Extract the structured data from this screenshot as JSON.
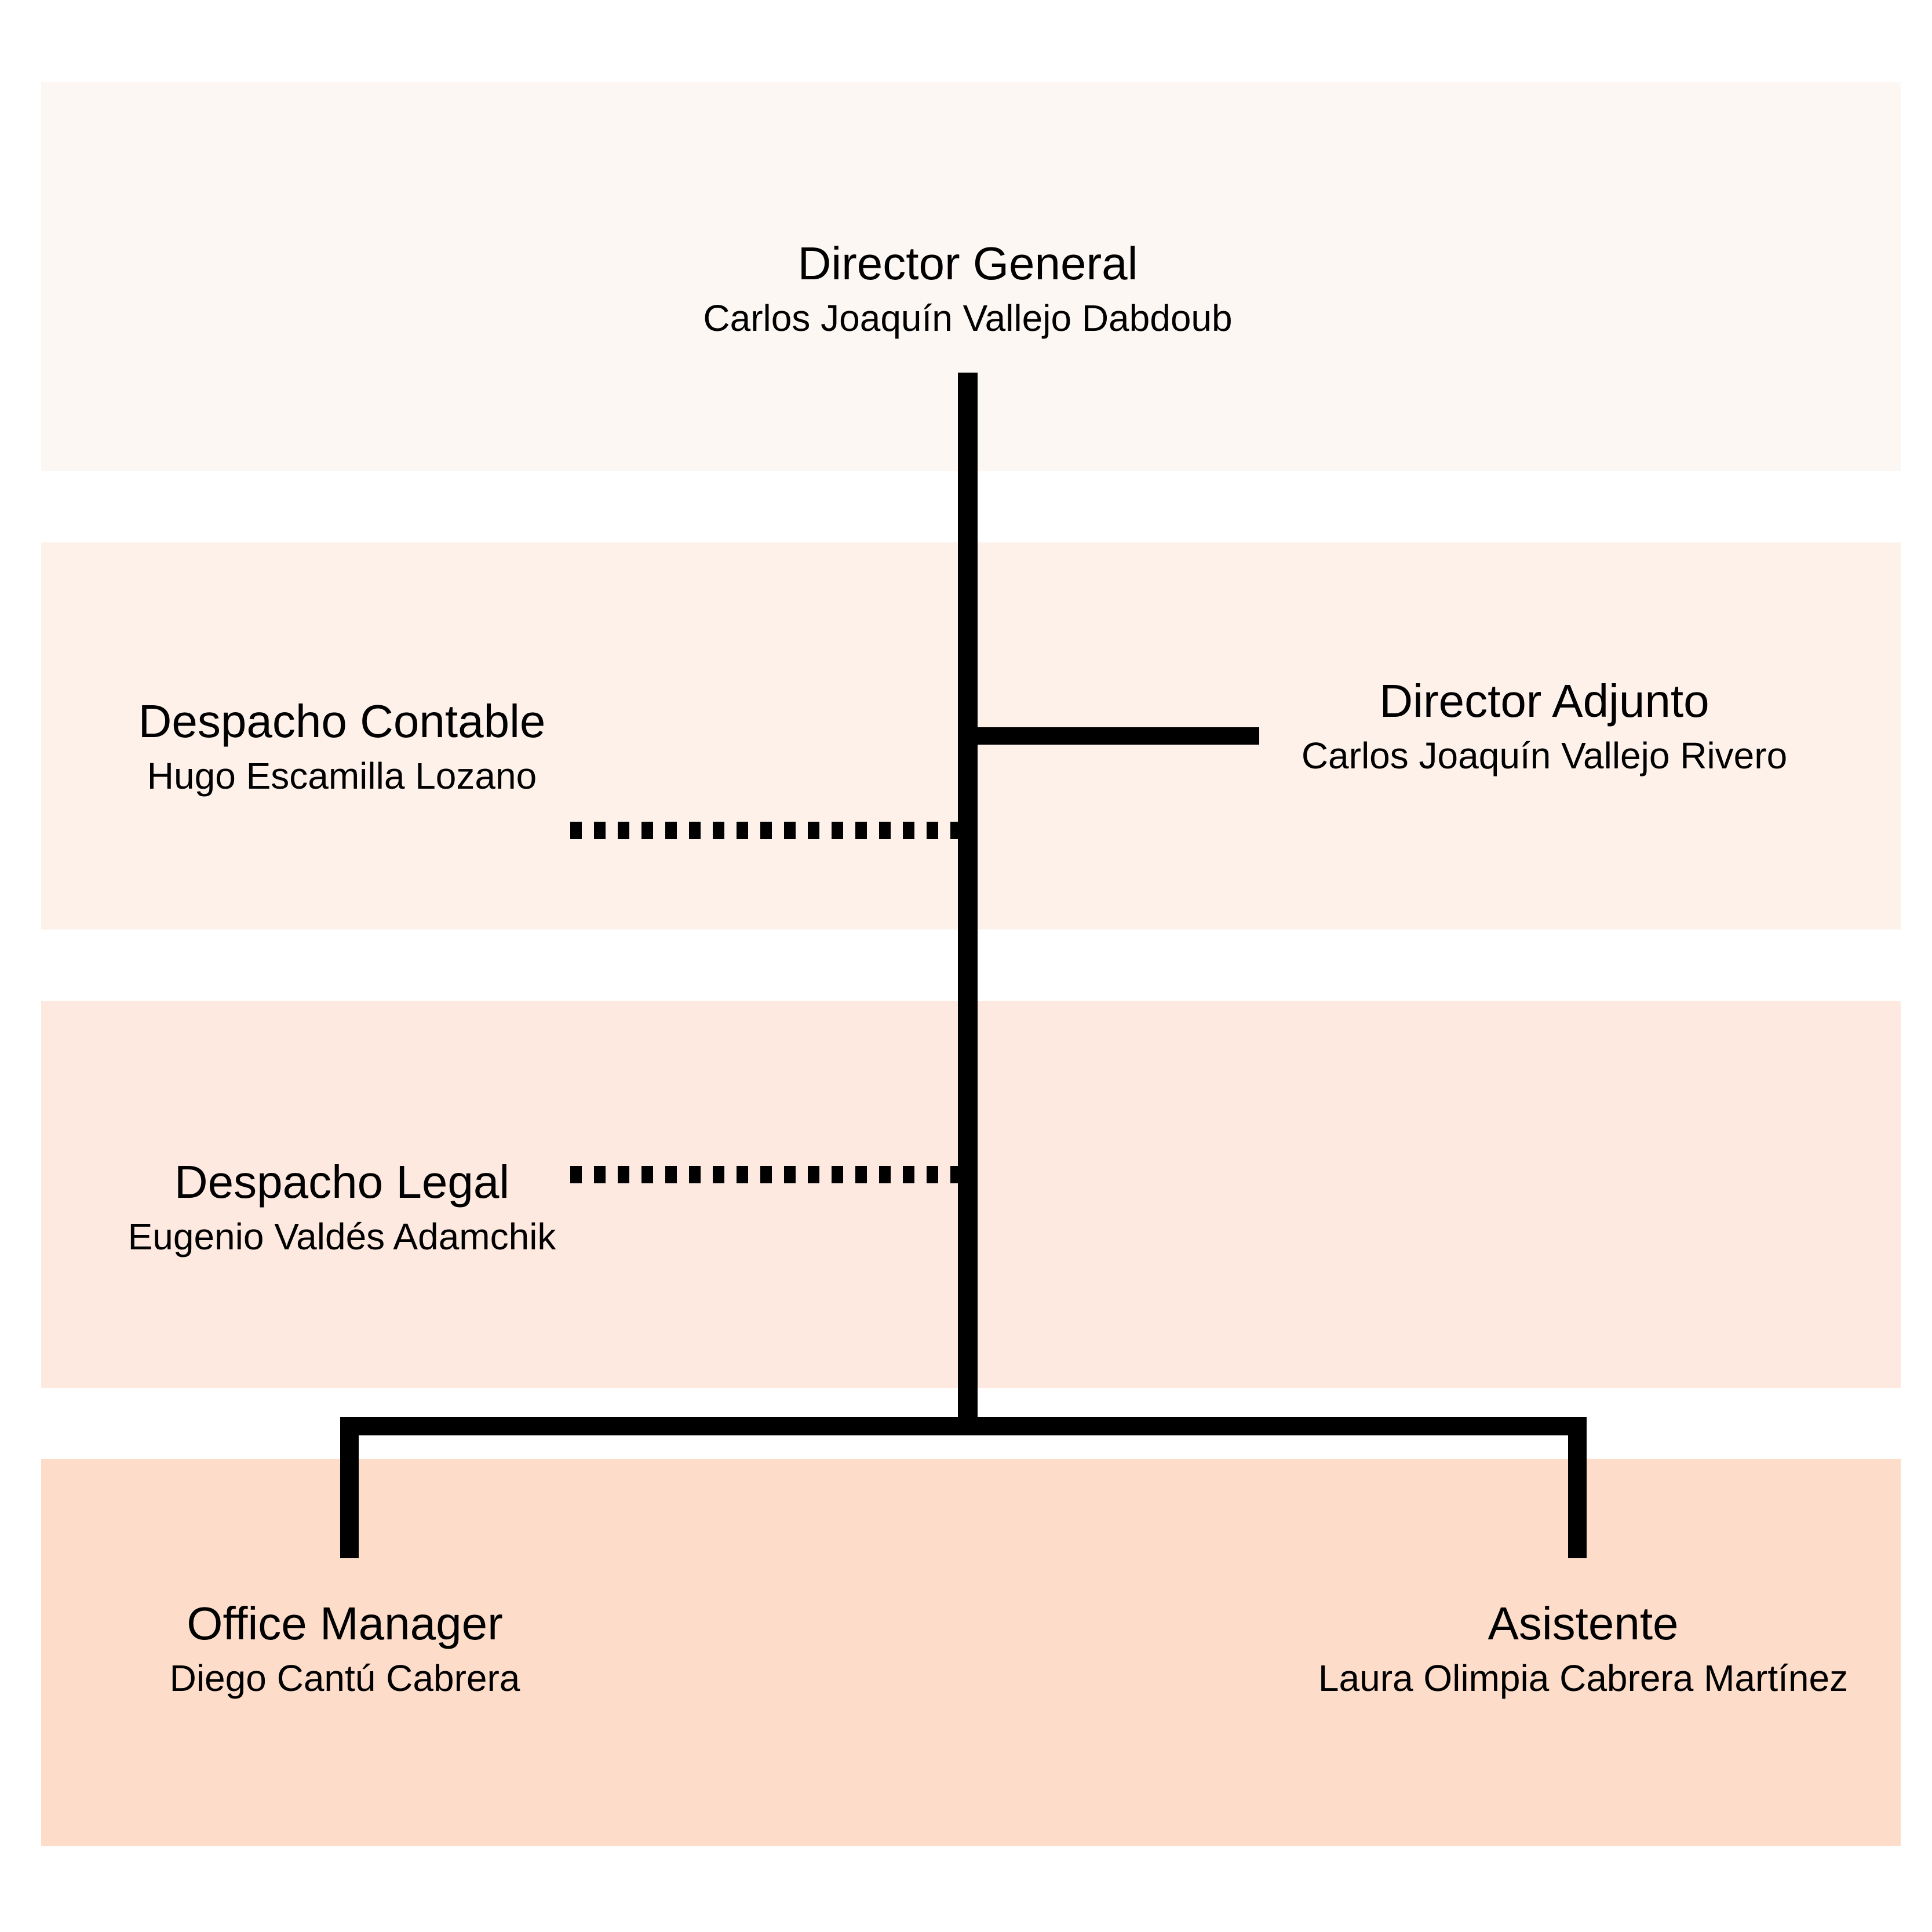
{
  "colors": {
    "band_1": "#fdf7f4",
    "band_2": "#fdf1ea",
    "band_3": "#fde9e0",
    "band_4": "#fddcc9",
    "line": "#000000"
  },
  "nodes": {
    "director_general": {
      "role": "Director General",
      "person": "Carlos Joaquín Vallejo Dabdoub"
    },
    "director_adjunto": {
      "role": "Director Adjunto",
      "person": "Carlos Joaquín Vallejo Rivero"
    },
    "despacho_contable": {
      "role": "Despacho Contable",
      "person": "Hugo Escamilla Lozano"
    },
    "despacho_legal": {
      "role": "Despacho Legal",
      "person": "Eugenio Valdés Adamchik"
    },
    "office_manager": {
      "role": "Office Manager",
      "person": "Diego Cantú Cabrera"
    },
    "asistente": {
      "role": "Asistente",
      "person": "Laura Olimpia Cabrera Martínez"
    }
  },
  "edges": [
    {
      "from": "director_general",
      "to": "director_adjunto",
      "style": "solid"
    },
    {
      "from": "director_general",
      "to": "despacho_contable",
      "style": "dotted"
    },
    {
      "from": "director_general",
      "to": "despacho_legal",
      "style": "dotted"
    },
    {
      "from": "director_general",
      "to": "office_manager",
      "style": "solid"
    },
    {
      "from": "director_general",
      "to": "asistente",
      "style": "solid"
    }
  ]
}
